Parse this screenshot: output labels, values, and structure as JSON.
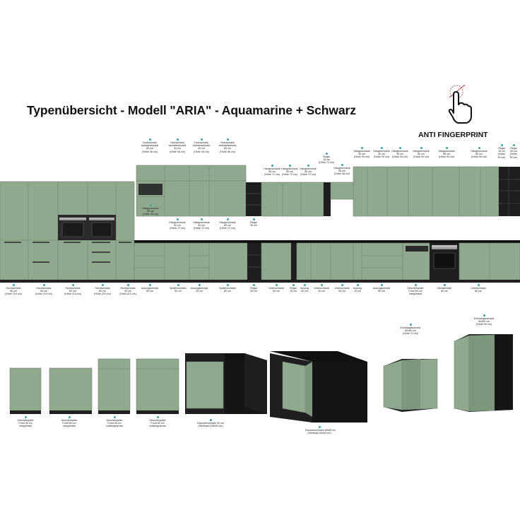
{
  "title": "Typenübersicht - Modell \"ARIA\" - Aquamarine + Schwarz",
  "anti_fingerprint": {
    "label": "ANTI FINGERPRINT",
    "icon": "finger-touch-icon"
  },
  "colors": {
    "front": "#8fa88e",
    "front_dark": "#7d967c",
    "carcass": "#1e1e1e",
    "worktop": "#101010",
    "accent": "#3aa3a8"
  },
  "labels": {
    "upper_top": [
      [
        "Hochschank",
        "Aufsatzschrank",
        "80 cm",
        "(Höhe 36 cm)"
      ],
      [
        "Hochschank",
        "Aufsatzschrank",
        "50 cm",
        "(Höhe 36 cm)"
      ],
      [
        "Hochschank",
        "Aufsatzschrank",
        "40 cm",
        "(Höhe 36 cm)"
      ],
      [
        "Hochschank",
        "Aufsatzschrank",
        "80 cm",
        "(Höhe 36 cm)"
      ],
      [
        "Regal",
        "15 cm",
        "(Höhe 72 cm)"
      ],
      [
        "Hängeschrank",
        "50 cm",
        "(Höhe 36 cm)"
      ],
      [
        "Hängeschrank",
        "45 cm",
        "(Höhe 72 cm)"
      ],
      [
        "Hängeschrank",
        "50 cm",
        "(Höhe 72 cm)"
      ],
      [
        "Hängeschrank",
        "40 cm",
        "(Höhe 72 cm)"
      ],
      [
        "Hängeschrank",
        "30 cm",
        "(Höhe 90 cm)"
      ],
      [
        "Hängeschrank",
        "40 cm",
        "(Höhe 90 cm)"
      ],
      [
        "Hängeschrank",
        "45 cm",
        "(Höhe 90 cm)"
      ],
      [
        "Hängeschrank",
        "50 cm",
        "(Höhe 90 cm)"
      ],
      [
        "Hängeschrank",
        "80 cm",
        "(Höhe 90 cm)"
      ],
      [
        "Hängeschrank",
        "80 cm",
        "(Höhe 90 cm)"
      ],
      [
        "Regal",
        "15 cm",
        "(Höhe",
        "90 cm)"
      ],
      [
        "Regal",
        "30 cm",
        "(Höhe",
        "90 cm)"
      ]
    ],
    "upper_mid": [
      [
        "Hängeschrank",
        "60 cm",
        "(Höhe 36 cm)"
      ],
      [
        "Hängeschrank",
        "50 cm",
        "(Höhe 72 cm)"
      ],
      [
        "Hängeschrank",
        "40 cm",
        "(Höhe 72 cm)"
      ],
      [
        "Hängeschrank",
        "80 cm",
        "(Höhe 72 cm)"
      ],
      [
        "Regal",
        "30 cm"
      ]
    ],
    "base_row": [
      [
        "Hochschrank",
        "80 cm",
        "(Höhe 210 cm)"
      ],
      [
        "Hochschrank",
        "60 cm",
        "(Höhe 210 cm)"
      ],
      [
        "Hochschrank",
        "60 cm",
        "(Höhe 210 cm)"
      ],
      [
        "Hochschrank",
        "80 cm",
        "(Höhe 210 cm)"
      ],
      [
        "Hochschrank",
        "40 cm",
        "(Höhe 210 cm)"
      ],
      [
        "Auszugschrank",
        "60 cm"
      ],
      [
        "Spülenschrank",
        "50 cm"
      ],
      [
        "Auszugschrank",
        "40 cm"
      ],
      [
        "Spülenschrank",
        "80 cm"
      ],
      [
        "Regal",
        "30 cm"
      ],
      [
        "Unterschrank",
        "60 cm"
      ],
      [
        "Regal",
        "15 cm"
      ],
      [
        "Auszug",
        "30 cm"
      ],
      [
        "Unterschrank",
        "40 cm"
      ],
      [
        "Unterschrank",
        "50 cm"
      ],
      [
        "Auszug",
        "15 cm"
      ],
      [
        "Auszugschrank",
        "80 cm"
      ],
      [
        "Geschirrspüler",
        "Front 60 cm",
        "integrierbar"
      ],
      [
        "Herdschrank",
        "60 cm"
      ],
      [
        "Unterschrank",
        "80 cm"
      ]
    ],
    "bottom_row": [
      [
        "Geschirrspüler",
        "Front 45 cm",
        "integrierbar"
      ],
      [
        "Geschirrspüler",
        "Front 60 cm",
        "integrierbar"
      ],
      [
        "Geschirrspüler",
        "Front 45 cm",
        "vollintegrierbar"
      ],
      [
        "Geschirrspüler",
        "Front 60 cm",
        "vollintegrierbar"
      ],
      [
        "Eckunterschrank 90 cm",
        "(Stellmaß 105x60 cm)"
      ],
      [
        "Eckunterschrank 89x89 cm",
        "(Stellmaß 90x90 cm)"
      ],
      [
        "Eckhängeschrank",
        "60x60 cm",
        "(Höhe 72 cm)"
      ],
      [
        "Eckhängeschrank",
        "60x60 cm",
        "(Höhe 90 cm)"
      ]
    ]
  }
}
